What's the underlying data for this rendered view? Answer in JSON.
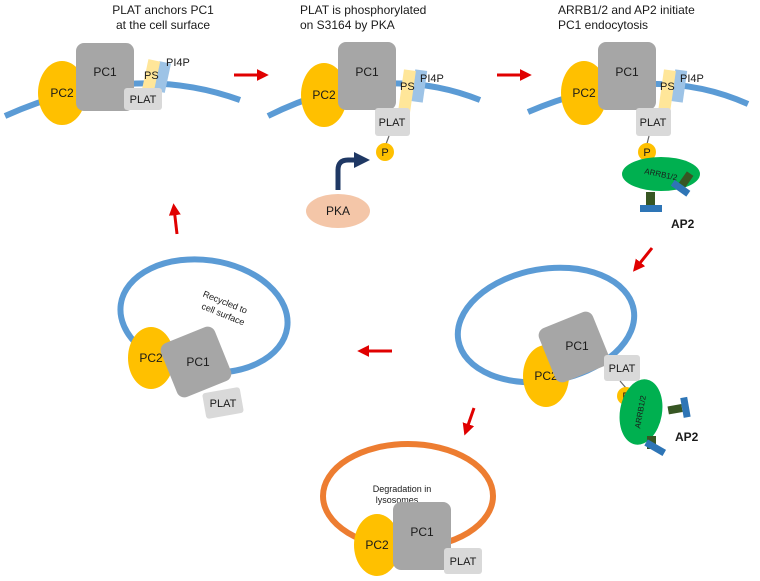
{
  "captions": {
    "step1": [
      "PLAT anchors PC1",
      "at the cell surface"
    ],
    "step2": [
      "PLAT is phosphorylated",
      "on S3164 by PKA"
    ],
    "step3": [
      "ARRB1/2 and AP2 initiate",
      "PC1 endocytosis"
    ]
  },
  "labels": {
    "pc1": "PC1",
    "pc2": "PC2",
    "plat": "PLAT",
    "ps": "PS",
    "pi4p": "PI4P",
    "phospho": "P",
    "pka": "PKA",
    "arrb": "ARRB1/2",
    "ap2": "AP2"
  },
  "notes": {
    "recycled": [
      "Recycled to",
      "cell surface"
    ],
    "degradation": [
      "Degradation in",
      "lysosomes"
    ]
  },
  "colors": {
    "membrane": "#5b9bd5",
    "lysosome": "#ed7d31",
    "pc1": "#a6a6a6",
    "pc2": "#ffc000",
    "plat": "#d9d9d9",
    "ps": "#ffe699",
    "pi4p": "#9dc3e6",
    "phospho": "#ffc000",
    "pka": "#f4c6a8",
    "pka_arrow": "#1f3864",
    "arrb": "#00b050",
    "ap2_stem": "#375623",
    "ap2_head": "#2e75b6",
    "flow_arrow": "#e00000"
  }
}
